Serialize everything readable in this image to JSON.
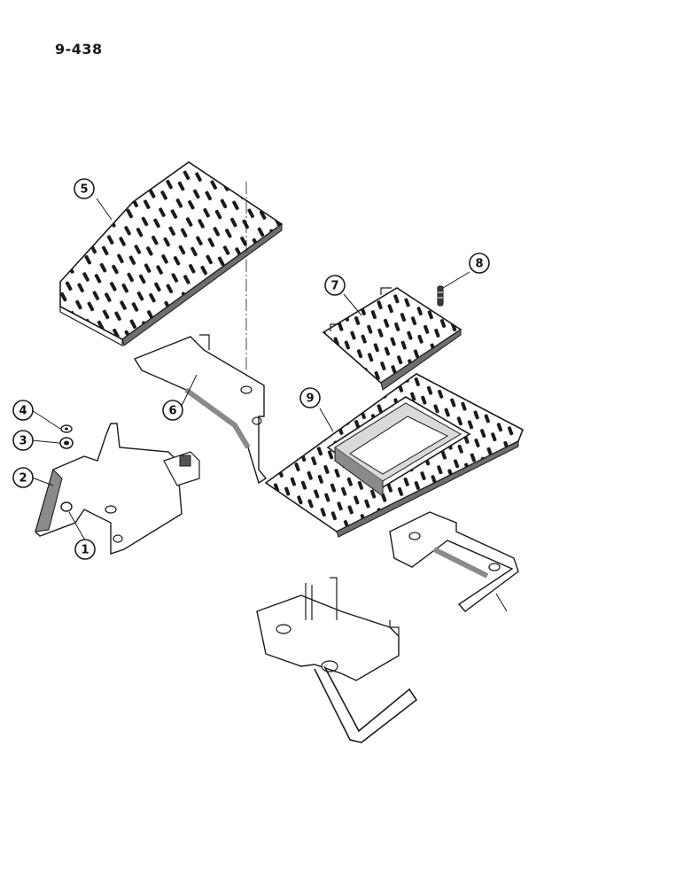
{
  "page": {
    "number": "9-438"
  },
  "callouts": [
    {
      "id": "1",
      "label": "1",
      "part": "bracket-fastener"
    },
    {
      "id": "2",
      "label": "2",
      "part": "support-bracket"
    },
    {
      "id": "3",
      "label": "3",
      "part": "nut"
    },
    {
      "id": "4",
      "label": "4",
      "part": "washer"
    },
    {
      "id": "5",
      "label": "5",
      "part": "step-plate-upper"
    },
    {
      "id": "6",
      "label": "6",
      "part": "step-support-arm"
    },
    {
      "id": "7",
      "label": "7",
      "part": "step-plate-small"
    },
    {
      "id": "8",
      "label": "8",
      "part": "spring-pin"
    },
    {
      "id": "9",
      "label": "9",
      "part": "platform-floor-plate"
    }
  ],
  "colors": {
    "ink": "#1a1a1a",
    "paper": "#ffffff",
    "shade": "#8a8a8a"
  }
}
